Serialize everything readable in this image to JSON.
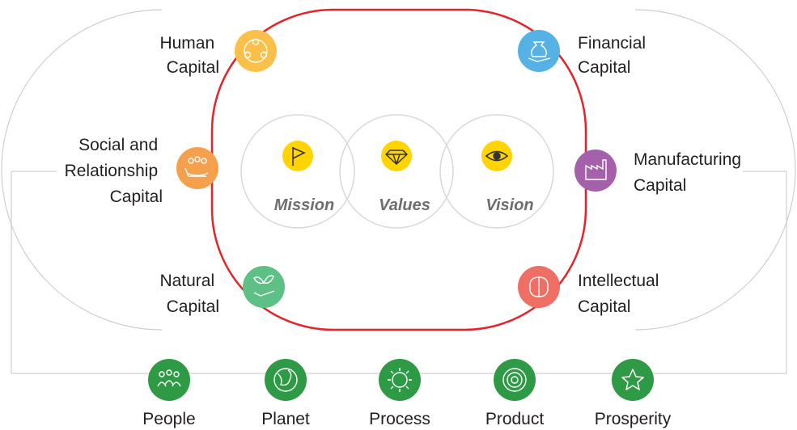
{
  "capitals": {
    "human": {
      "line1": "Human",
      "line2": "Capital",
      "color": "#fbc04a",
      "icon": "people-network-icon"
    },
    "financial": {
      "line1": "Financial",
      "line2": "Capital",
      "color": "#56b1e4",
      "icon": "rupee-bag-hand-icon"
    },
    "social": {
      "line1": "Social and",
      "line2": "Relationship",
      "line3": "Capital",
      "color": "#f5a04d",
      "icon": "people-hand-icon"
    },
    "manufacturing": {
      "line1": "Manufacturing",
      "line2": "Capital",
      "color": "#a461a9",
      "icon": "factory-icon"
    },
    "natural": {
      "line1": "Natural",
      "line2": "Capital",
      "color": "#5ec084",
      "icon": "plant-hand-icon"
    },
    "intellectual": {
      "line1": "Intellectual",
      "line2": "Capital",
      "color": "#ef6f65",
      "icon": "brain-icon"
    }
  },
  "core": {
    "mission": {
      "label": "Mission",
      "icon": "flag-icon"
    },
    "values": {
      "label": "Values",
      "icon": "diamond-icon"
    },
    "vision": {
      "label": "Vision",
      "icon": "eye-icon"
    },
    "icon_color": "#ffd400"
  },
  "pillars": [
    {
      "label": "People",
      "icon": "people-icon"
    },
    {
      "label": "Planet",
      "icon": "globe-icon"
    },
    {
      "label": "Process",
      "icon": "gear-icon"
    },
    {
      "label": "Product",
      "icon": "product-icon"
    },
    {
      "label": "Prosperity",
      "icon": "star-icon"
    }
  ],
  "colors": {
    "loop": "#e3242b",
    "pillar": "#2f9a45",
    "guide": "#cfcfcf"
  }
}
